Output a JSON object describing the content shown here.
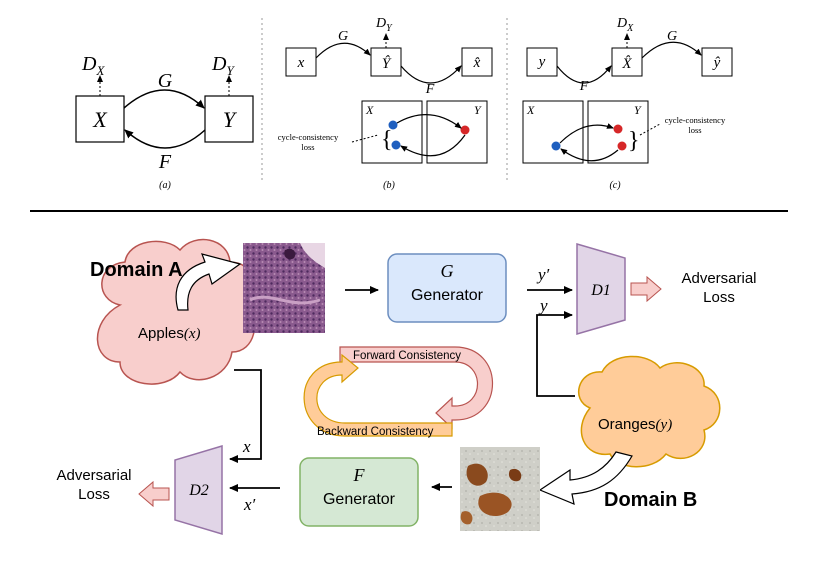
{
  "top_panels": {
    "a": {
      "node_x": "X",
      "node_y": "Y",
      "disc_x_main": "D",
      "disc_x_sub": "X",
      "disc_y_main": "D",
      "disc_y_sub": "Y",
      "map_g": "G",
      "map_f": "F",
      "caption": "(a)"
    },
    "b": {
      "input": "x",
      "mapped": "Ŷ",
      "reconstructed": "x̂",
      "map_g": "G",
      "map_f": "F",
      "disc_main": "D",
      "disc_sub": "Y",
      "inset_left": "X",
      "inset_right": "Y",
      "loss_line1": "cycle-consistency",
      "loss_line2": "loss",
      "caption": "(b)"
    },
    "c": {
      "input": "y",
      "mapped": "X̂",
      "reconstructed": "ŷ",
      "map_g": "G",
      "map_f": "F",
      "disc_main": "D",
      "disc_sub": "X",
      "inset_left": "X",
      "inset_right": "Y",
      "loss_line1": "cycle-consistency",
      "loss_line2": "loss",
      "caption": "(c)"
    }
  },
  "bottom": {
    "domain_a_label": "Domain A",
    "domain_b_label": "Domain B",
    "apples_text": "Apples",
    "apples_var": "(x)",
    "oranges_text": "Oranges",
    "oranges_var": "(y)",
    "gen_g_symbol": "G",
    "gen_g_label": "Generator",
    "gen_f_symbol": "F",
    "gen_f_label": "Generator",
    "d1_label": "D1",
    "d2_label": "D2",
    "y_prime": "y′",
    "y": "y",
    "x": "x",
    "x_prime": "x′",
    "adv_loss_right_line1": "Adversarial",
    "adv_loss_right_line2": "Loss",
    "adv_loss_left_line1": "Adversarial",
    "adv_loss_left_line2": "Loss",
    "forward_consistency": "Forward Consistency",
    "backward_consistency": "Backward Consistency"
  },
  "colors": {
    "cloud_pink": "#f8cecc",
    "cloud_pink_stroke": "#b85450",
    "cloud_orange": "#ffcc99",
    "cloud_orange_stroke": "#d79b00",
    "gen_blue_fill": "#dae8fc",
    "gen_blue_stroke": "#6c8ebf",
    "gen_green_fill": "#d5e8d4",
    "gen_green_stroke": "#82b366",
    "disc_purple_fill": "#e1d5e7",
    "disc_purple_stroke": "#9673a6",
    "arrow_loss_fill": "#f8cecc",
    "red_dot": "#d62728",
    "blue_dot": "#1f5fbf"
  }
}
